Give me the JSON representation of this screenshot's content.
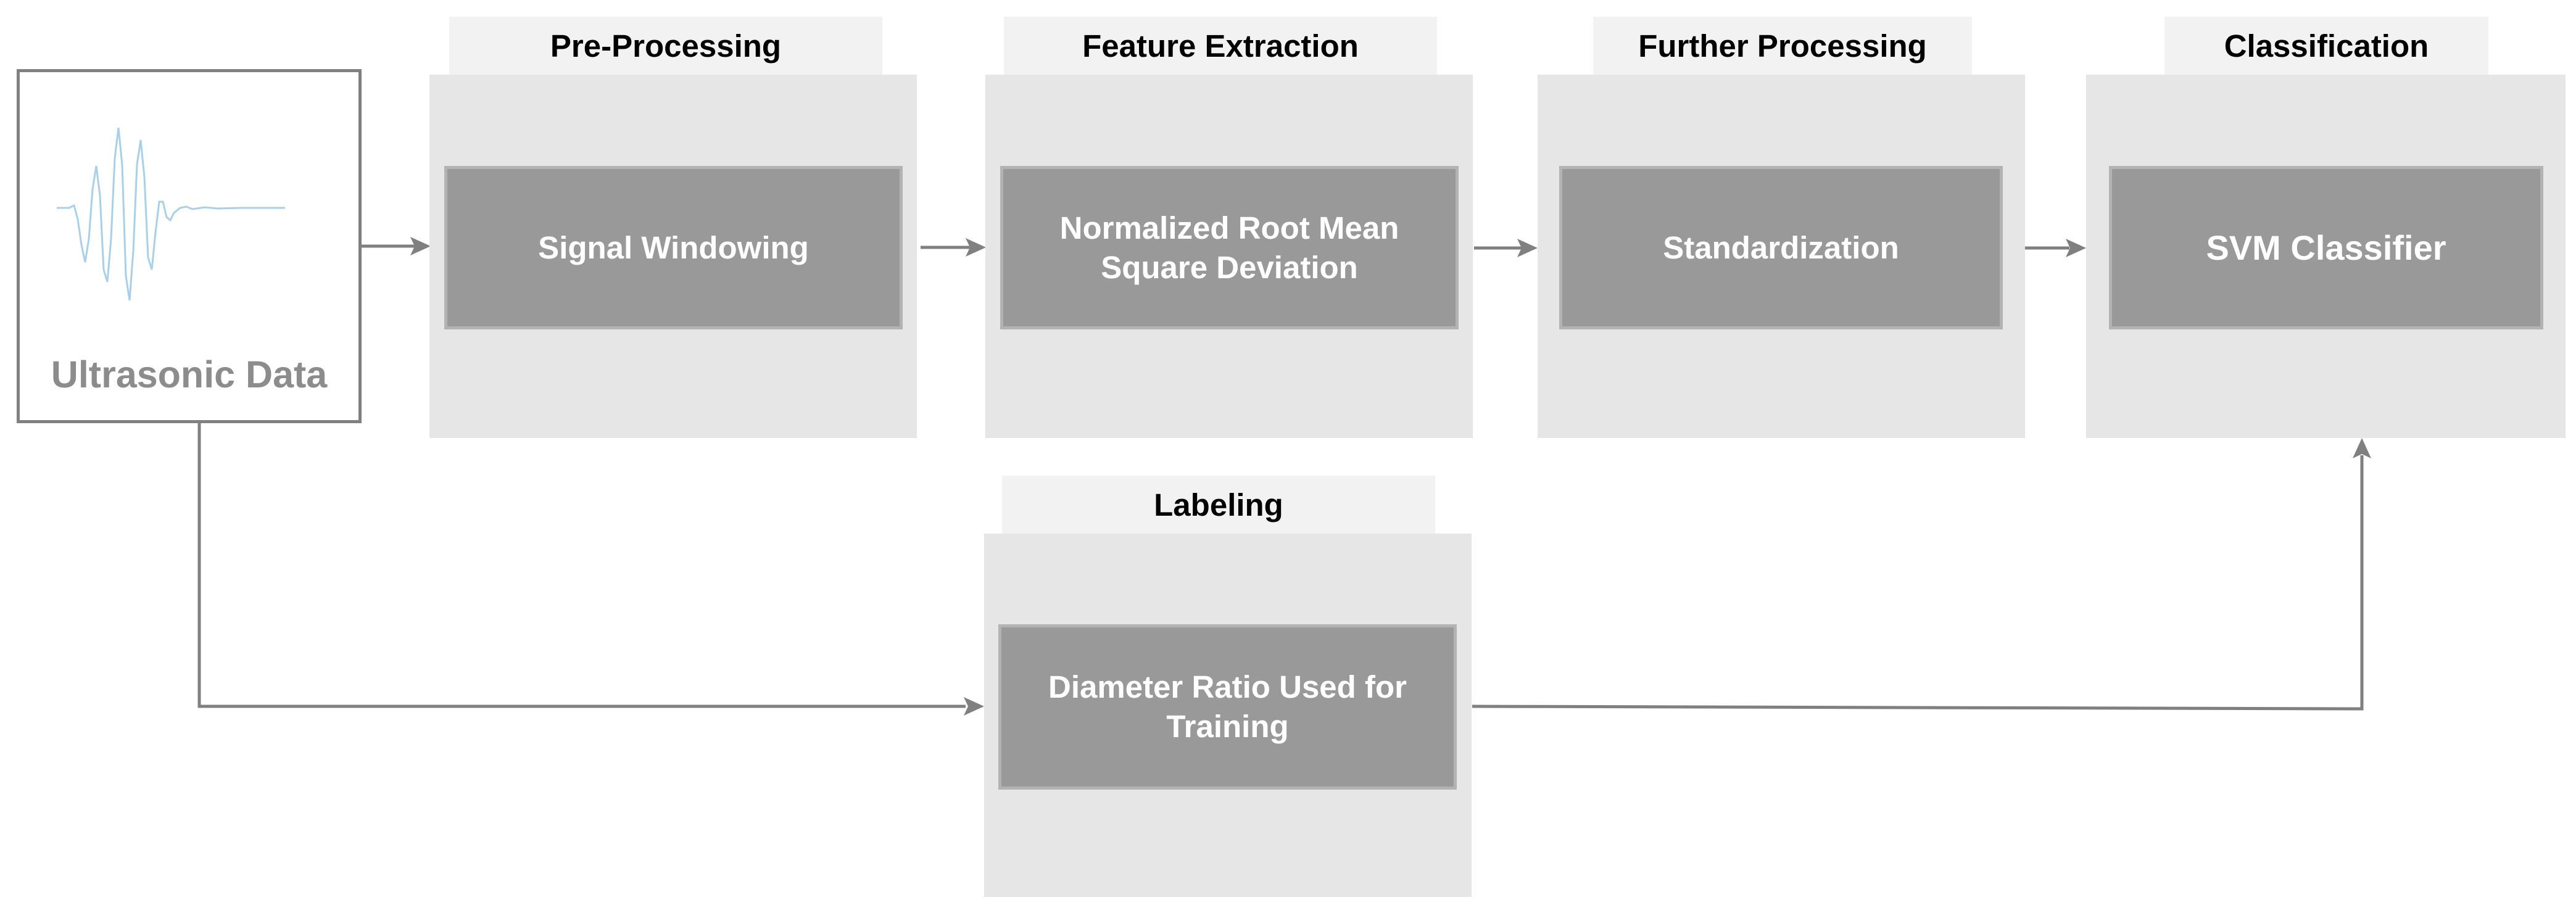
{
  "source": {
    "label": "Ultrasonic Data",
    "icon": "ultrasonic-waveform-icon",
    "waveform_color": "#a8d0ea"
  },
  "stages": [
    {
      "id": "pre-processing",
      "title": "Pre-Processing",
      "step": "Signal Windowing"
    },
    {
      "id": "feature-extraction",
      "title": "Feature Extraction",
      "step": "Normalized Root Mean Square Deviation"
    },
    {
      "id": "further-processing",
      "title": "Further Processing",
      "step": "Standardization"
    },
    {
      "id": "classification",
      "title": "Classification",
      "step": "SVM Classifier"
    },
    {
      "id": "labeling",
      "title": "Labeling",
      "step": "Diameter Ratio Used for Training"
    }
  ],
  "colors": {
    "panel": "#e6e6e6",
    "tab": "#f2f2f2",
    "box_fill": "#999999",
    "box_border": "#b3b3b3",
    "box_text": "#ffffff",
    "arrow": "#808080",
    "source_border": "#808080",
    "source_text": "#8c8c8c"
  }
}
